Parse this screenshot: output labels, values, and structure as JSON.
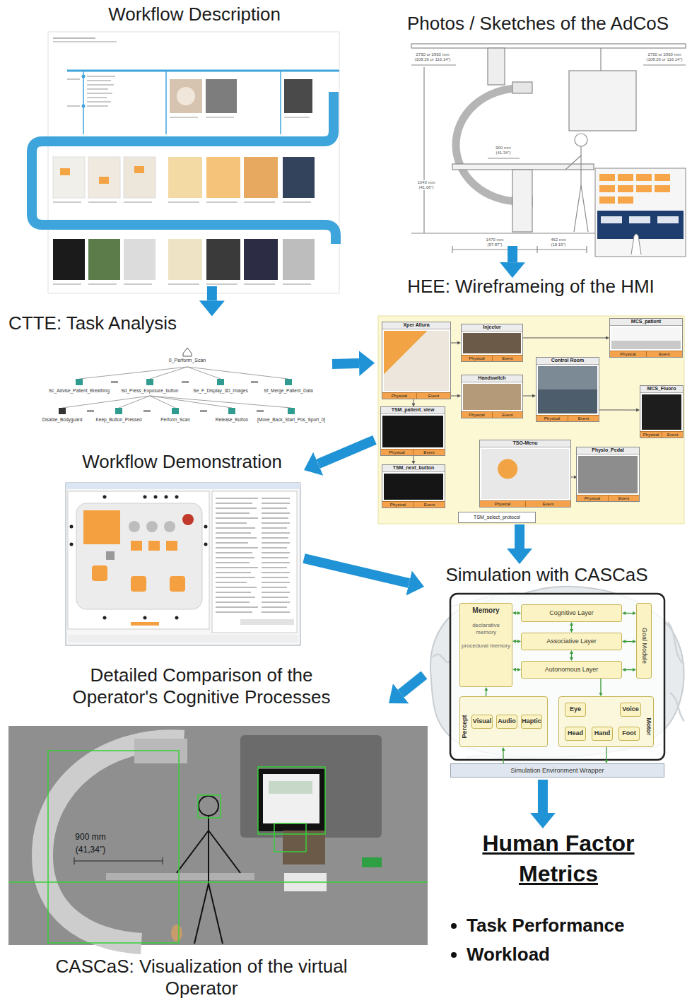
{
  "diagram": {
    "nodes": [
      {
        "text": [
          "Workflow Description"
        ]
      },
      {
        "text": [
          "Photos / Sketches of the AdCoS"
        ]
      },
      {
        "text": [
          "CTTE: Task Analysis"
        ]
      },
      {
        "text": [
          "HEE: Wireframeing of the HMI"
        ]
      },
      {
        "text": [
          "Xper Allura",
          "Physical",
          "Event"
        ],
        "in": 3
      },
      {
        "text": [
          "Injector",
          "Physical",
          "Event"
        ],
        "in": 3
      },
      {
        "text": [
          "MCS_patient",
          "Physical",
          "Event"
        ],
        "in": 3
      },
      {
        "text": [
          "Control Room",
          "Physical",
          "Event"
        ],
        "in": 3
      },
      {
        "text": [
          "Handswitch",
          "Physical",
          "Event"
        ],
        "in": 3
      },
      {
        "text": [
          "MCS_Fluoro",
          "Physical",
          "Event"
        ],
        "in": 3
      },
      {
        "text": [
          "TSM_patient_view",
          "Physical",
          "Event"
        ],
        "in": 3
      },
      {
        "text": [
          "TSO-Menu",
          "Physical",
          "Event"
        ],
        "in": 3
      },
      {
        "text": [
          "Physio_Pedal",
          "Physical",
          "Event"
        ],
        "in": 3
      },
      {
        "text": [
          "TSM_next_button",
          "Physical",
          "Event"
        ],
        "in": 3
      },
      {
        "text": [
          "TSM_select_protocol"
        ],
        "in": 3
      },
      {
        "text": [
          "Workflow Demonstration"
        ]
      },
      {
        "text": [
          "Simulation with CASCaS"
        ]
      },
      {
        "text": [
          "Memory",
          "declarative memory",
          "procedural memory"
        ],
        "in": 16
      },
      {
        "text": [
          "Cognitive Layer"
        ],
        "in": 16
      },
      {
        "text": [
          "Goal Module"
        ],
        "in": 16
      },
      {
        "text": [
          "Associative Layer"
        ],
        "in": 16
      },
      {
        "text": [
          "Autonomous Layer"
        ],
        "in": 16
      },
      {
        "text": [
          "Percept"
        ],
        "in": 16
      },
      {
        "text": [
          "Visual"
        ],
        "in": 22
      },
      {
        "text": [
          "Audio"
        ],
        "in": 22
      },
      {
        "text": [
          "Haptic"
        ],
        "in": 22
      },
      {
        "text": [
          "Motor"
        ],
        "in": 16
      },
      {
        "text": [
          "Eye"
        ],
        "in": 26
      },
      {
        "text": [
          "Voice"
        ],
        "in": 26
      },
      {
        "text": [
          "Head"
        ],
        "in": 26
      },
      {
        "text": [
          "Hand"
        ],
        "in": 26
      },
      {
        "text": [
          "Foot"
        ],
        "in": 26
      },
      {
        "text": [
          "Simulation Environment Wrapper"
        ],
        "in": 16
      },
      {
        "text": [
          "Detailed Comparison of the Operator's Cognitive Processes",
          "CASCaS: Visualization of the virtual Operator"
        ]
      },
      {
        "text": [
          "Human Factor Metrics",
          "Task Performance",
          "Workload"
        ]
      }
    ],
    "edges": [
      {
        "from": 0,
        "to": 2,
        "arrow": "to"
      },
      {
        "from": 1,
        "to": 3,
        "arrow": "to"
      },
      {
        "from": 2,
        "to": 3,
        "arrow": "to"
      },
      {
        "from": 3,
        "to": 15,
        "arrow": "to"
      },
      {
        "from": 3,
        "to": 16,
        "arrow": "to"
      },
      {
        "from": 15,
        "to": 16,
        "arrow": "to"
      },
      {
        "from": 16,
        "to": 33,
        "arrow": "to"
      },
      {
        "from": 16,
        "to": 34,
        "arrow": "to"
      },
      {
        "from": 4,
        "to": 5,
        "arrow": "to"
      },
      {
        "from": 4,
        "to": 8,
        "arrow": "to"
      },
      {
        "from": 4,
        "to": 10,
        "arrow": "to"
      },
      {
        "from": 5,
        "to": 6,
        "arrow": "to"
      },
      {
        "from": 8,
        "to": 7,
        "arrow": "to"
      },
      {
        "from": 7,
        "to": 9,
        "arrow": "to"
      },
      {
        "from": 10,
        "to": 13,
        "arrow": "to"
      },
      {
        "from": 11,
        "to": 12,
        "arrow": "to"
      },
      {
        "from": 17,
        "to": 18,
        "arrow": "both"
      },
      {
        "from": 17,
        "to": 20,
        "arrow": "both"
      },
      {
        "from": 17,
        "to": 21,
        "arrow": "both"
      },
      {
        "from": 18,
        "to": 19,
        "arrow": "both"
      },
      {
        "from": 20,
        "to": 19,
        "arrow": "both"
      },
      {
        "from": 21,
        "to": 19,
        "arrow": "both"
      },
      {
        "from": 18,
        "to": 20,
        "arrow": "both"
      },
      {
        "from": 20,
        "to": 21,
        "arrow": "both"
      },
      {
        "from": 22,
        "to": 17,
        "arrow": "to"
      },
      {
        "from": 21,
        "to": 26,
        "arrow": "to"
      },
      {
        "from": 32,
        "to": 22,
        "arrow": "to"
      },
      {
        "from": 26,
        "to": 32,
        "arrow": "to"
      }
    ],
    "labels": [
      "0_Perform_Scan",
      "Sc_Advise_Patient_Breathing",
      "Sd_Press_Exposure_button",
      "Se_F_Display_3D_Images",
      "Sf_Merge_Patient_Data",
      "Disable_Bodyguard",
      "Keep_Button_Pressed",
      "Perform_Scan",
      "Release_Button",
      "[Move_Back_Start_Pos_Sport_0]",
      "2750 or 2950 mm",
      "(108.26 or 116.14\")",
      "2750 or 2950 mm",
      "(108.26 or 116.14\")",
      "900 mm",
      "(41.34\")",
      "1043 mm",
      "(41.06\")",
      "1470 mm",
      "(57.87\")",
      "462 mm",
      "(18.19\")",
      "900 mm",
      "(41,34\")"
    ]
  }
}
